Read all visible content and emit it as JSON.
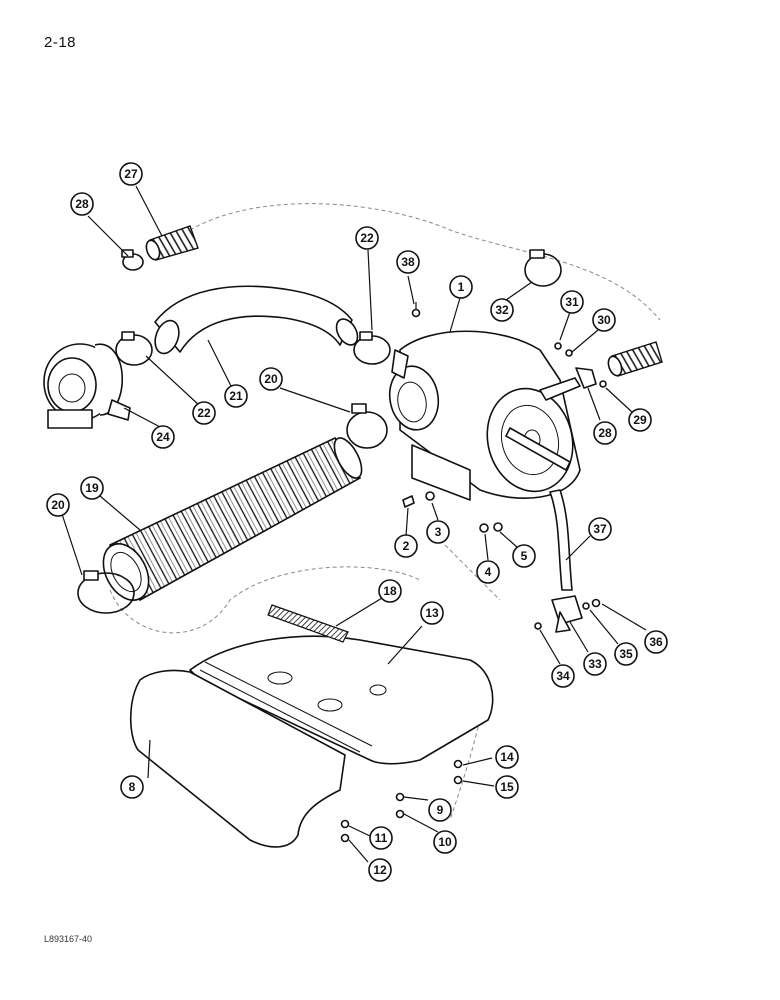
{
  "page_number": "2-18",
  "drawing_code": "L893167-40",
  "callouts": [
    {
      "id": "c1",
      "label": "1"
    },
    {
      "id": "c2",
      "label": "2"
    },
    {
      "id": "c3",
      "label": "3"
    },
    {
      "id": "c4",
      "label": "4"
    },
    {
      "id": "c5",
      "label": "5"
    },
    {
      "id": "c8",
      "label": "8"
    },
    {
      "id": "c9",
      "label": "9"
    },
    {
      "id": "c10",
      "label": "10"
    },
    {
      "id": "c11",
      "label": "11"
    },
    {
      "id": "c12",
      "label": "12"
    },
    {
      "id": "c13",
      "label": "13"
    },
    {
      "id": "c14",
      "label": "14"
    },
    {
      "id": "c15",
      "label": "15"
    },
    {
      "id": "c18",
      "label": "18"
    },
    {
      "id": "c19",
      "label": "19"
    },
    {
      "id": "c20a",
      "label": "20"
    },
    {
      "id": "c20b",
      "label": "20"
    },
    {
      "id": "c21",
      "label": "21"
    },
    {
      "id": "c22a",
      "label": "22"
    },
    {
      "id": "c22b",
      "label": "22"
    },
    {
      "id": "c24",
      "label": "24"
    },
    {
      "id": "c27",
      "label": "27"
    },
    {
      "id": "c28a",
      "label": "28"
    },
    {
      "id": "c28b",
      "label": "28"
    },
    {
      "id": "c29",
      "label": "29"
    },
    {
      "id": "c30",
      "label": "30"
    },
    {
      "id": "c31",
      "label": "31"
    },
    {
      "id": "c32",
      "label": "32"
    },
    {
      "id": "c33",
      "label": "33"
    },
    {
      "id": "c34",
      "label": "34"
    },
    {
      "id": "c35",
      "label": "35"
    },
    {
      "id": "c36",
      "label": "36"
    },
    {
      "id": "c37",
      "label": "37"
    },
    {
      "id": "c38",
      "label": "38"
    }
  ]
}
